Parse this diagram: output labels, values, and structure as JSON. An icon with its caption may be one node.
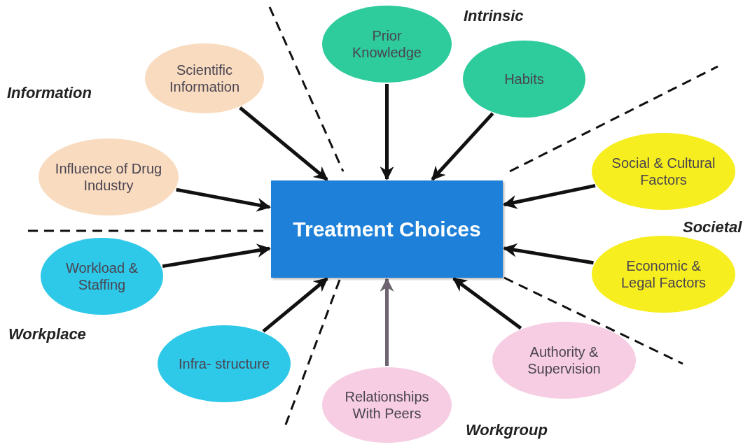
{
  "diagram": {
    "nodes": [
      {
        "text": [
          "Treatment Choices"
        ]
      },
      {
        "text": [
          "Scientific Information"
        ]
      },
      {
        "text": [
          "Influence of Drug Industry"
        ]
      },
      {
        "text": [
          "Prior Knowledge"
        ]
      },
      {
        "text": [
          "Habits"
        ]
      },
      {
        "text": [
          "Social & Cultural Factors"
        ]
      },
      {
        "text": [
          "Economic & Legal Factors"
        ]
      },
      {
        "text": [
          "Authority & Supervision"
        ]
      },
      {
        "text": [
          "Relationships With Peers"
        ]
      },
      {
        "text": [
          "Infra- structure"
        ]
      },
      {
        "text": [
          "Workload & Staffing"
        ]
      }
    ],
    "edges": [
      {
        "from": 1,
        "to": 0,
        "arrow": "to"
      },
      {
        "from": 2,
        "to": 0,
        "arrow": "to"
      },
      {
        "from": 3,
        "to": 0,
        "arrow": "to"
      },
      {
        "from": 4,
        "to": 0,
        "arrow": "to"
      },
      {
        "from": 5,
        "to": 0,
        "arrow": "to"
      },
      {
        "from": 6,
        "to": 0,
        "arrow": "to"
      },
      {
        "from": 7,
        "to": 0,
        "arrow": "to"
      },
      {
        "from": 8,
        "to": 0,
        "arrow": "to",
        "color": "#6e6470"
      },
      {
        "from": 9,
        "to": 0,
        "arrow": "to"
      },
      {
        "from": 10,
        "to": 0,
        "arrow": "to"
      }
    ],
    "labels": [
      "Intrinsic",
      "Information",
      "Societal",
      "Workplace",
      "Workgroup"
    ]
  }
}
